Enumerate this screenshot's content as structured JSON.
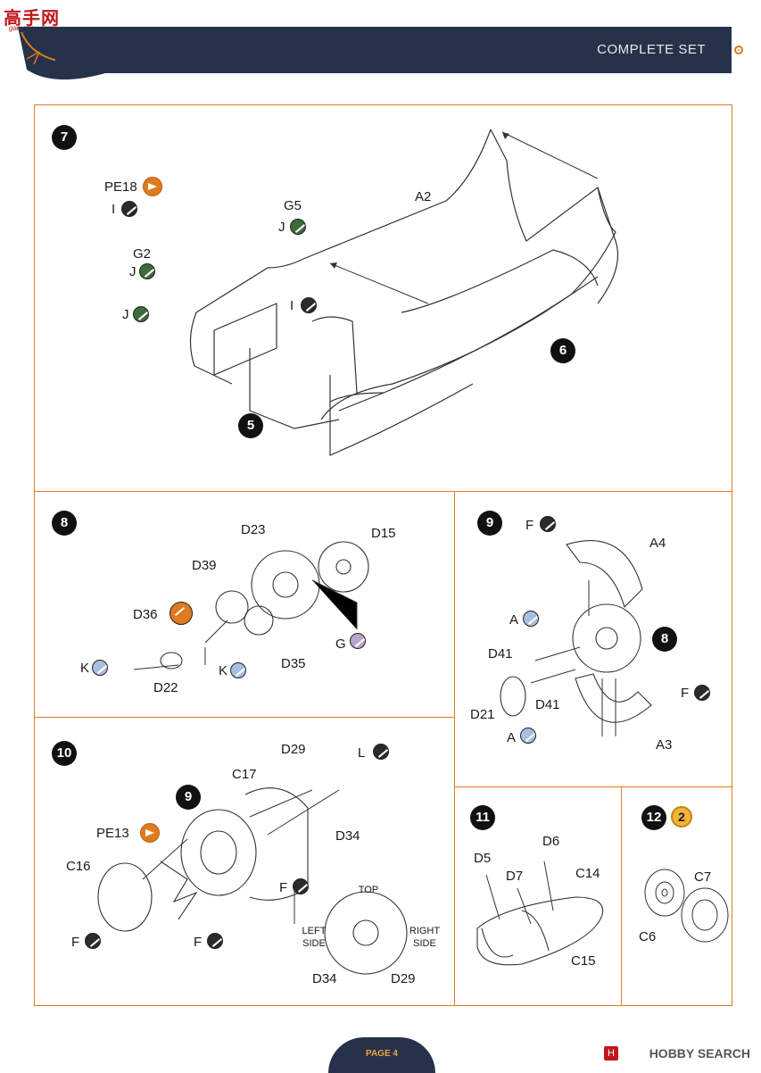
{
  "watermark": {
    "text": "高手网",
    "sub": "gao.shou.com"
  },
  "header": {
    "title": "COMPLETE SET"
  },
  "steps": {
    "s7": {
      "number": "7",
      "labels": {
        "pe18": "PE18",
        "i1": "I",
        "g5": "G5",
        "j1": "J",
        "a2": "A2",
        "g2": "G2",
        "j2": "J",
        "j3": "J",
        "i2": "I",
        "ref6": "6",
        "ref5": "5"
      }
    },
    "s8": {
      "number": "8",
      "labels": {
        "d23": "D23",
        "d15": "D15",
        "d39": "D39",
        "d36": "D36",
        "k1": "K",
        "d22": "D22",
        "k2": "K",
        "d35": "D35",
        "g": "G"
      }
    },
    "s9": {
      "number": "9",
      "labels": {
        "f1": "F",
        "a4": "A4",
        "a1": "A",
        "ref8": "8",
        "d41a": "D41",
        "d41b": "D41",
        "d21": "D21",
        "a2": "A",
        "f2": "F",
        "a3": "A3"
      }
    },
    "s10": {
      "number": "10",
      "labels": {
        "d29": "D29",
        "l": "L",
        "c17": "C17",
        "ref9": "9",
        "pe13": "PE13",
        "d34": "D34",
        "c16": "C16",
        "f1": "F",
        "f2": "F",
        "f3": "F",
        "top": "TOP",
        "left_side": "LEFT SIDE",
        "right_side": "RIGHT SIDE",
        "d34b": "D34",
        "d29b": "D29"
      }
    },
    "s11": {
      "number": "11",
      "labels": {
        "d6": "D6",
        "d5": "D5",
        "d7": "D7",
        "c14": "C14",
        "c15": "C15"
      }
    },
    "s12": {
      "number": "12",
      "repeat": "2",
      "labels": {
        "c7": "C7",
        "c6": "C6"
      }
    }
  },
  "footer": {
    "page": "PAGE 4",
    "brand": "HOBBY SEARCH",
    "brand_icon": "H"
  }
}
